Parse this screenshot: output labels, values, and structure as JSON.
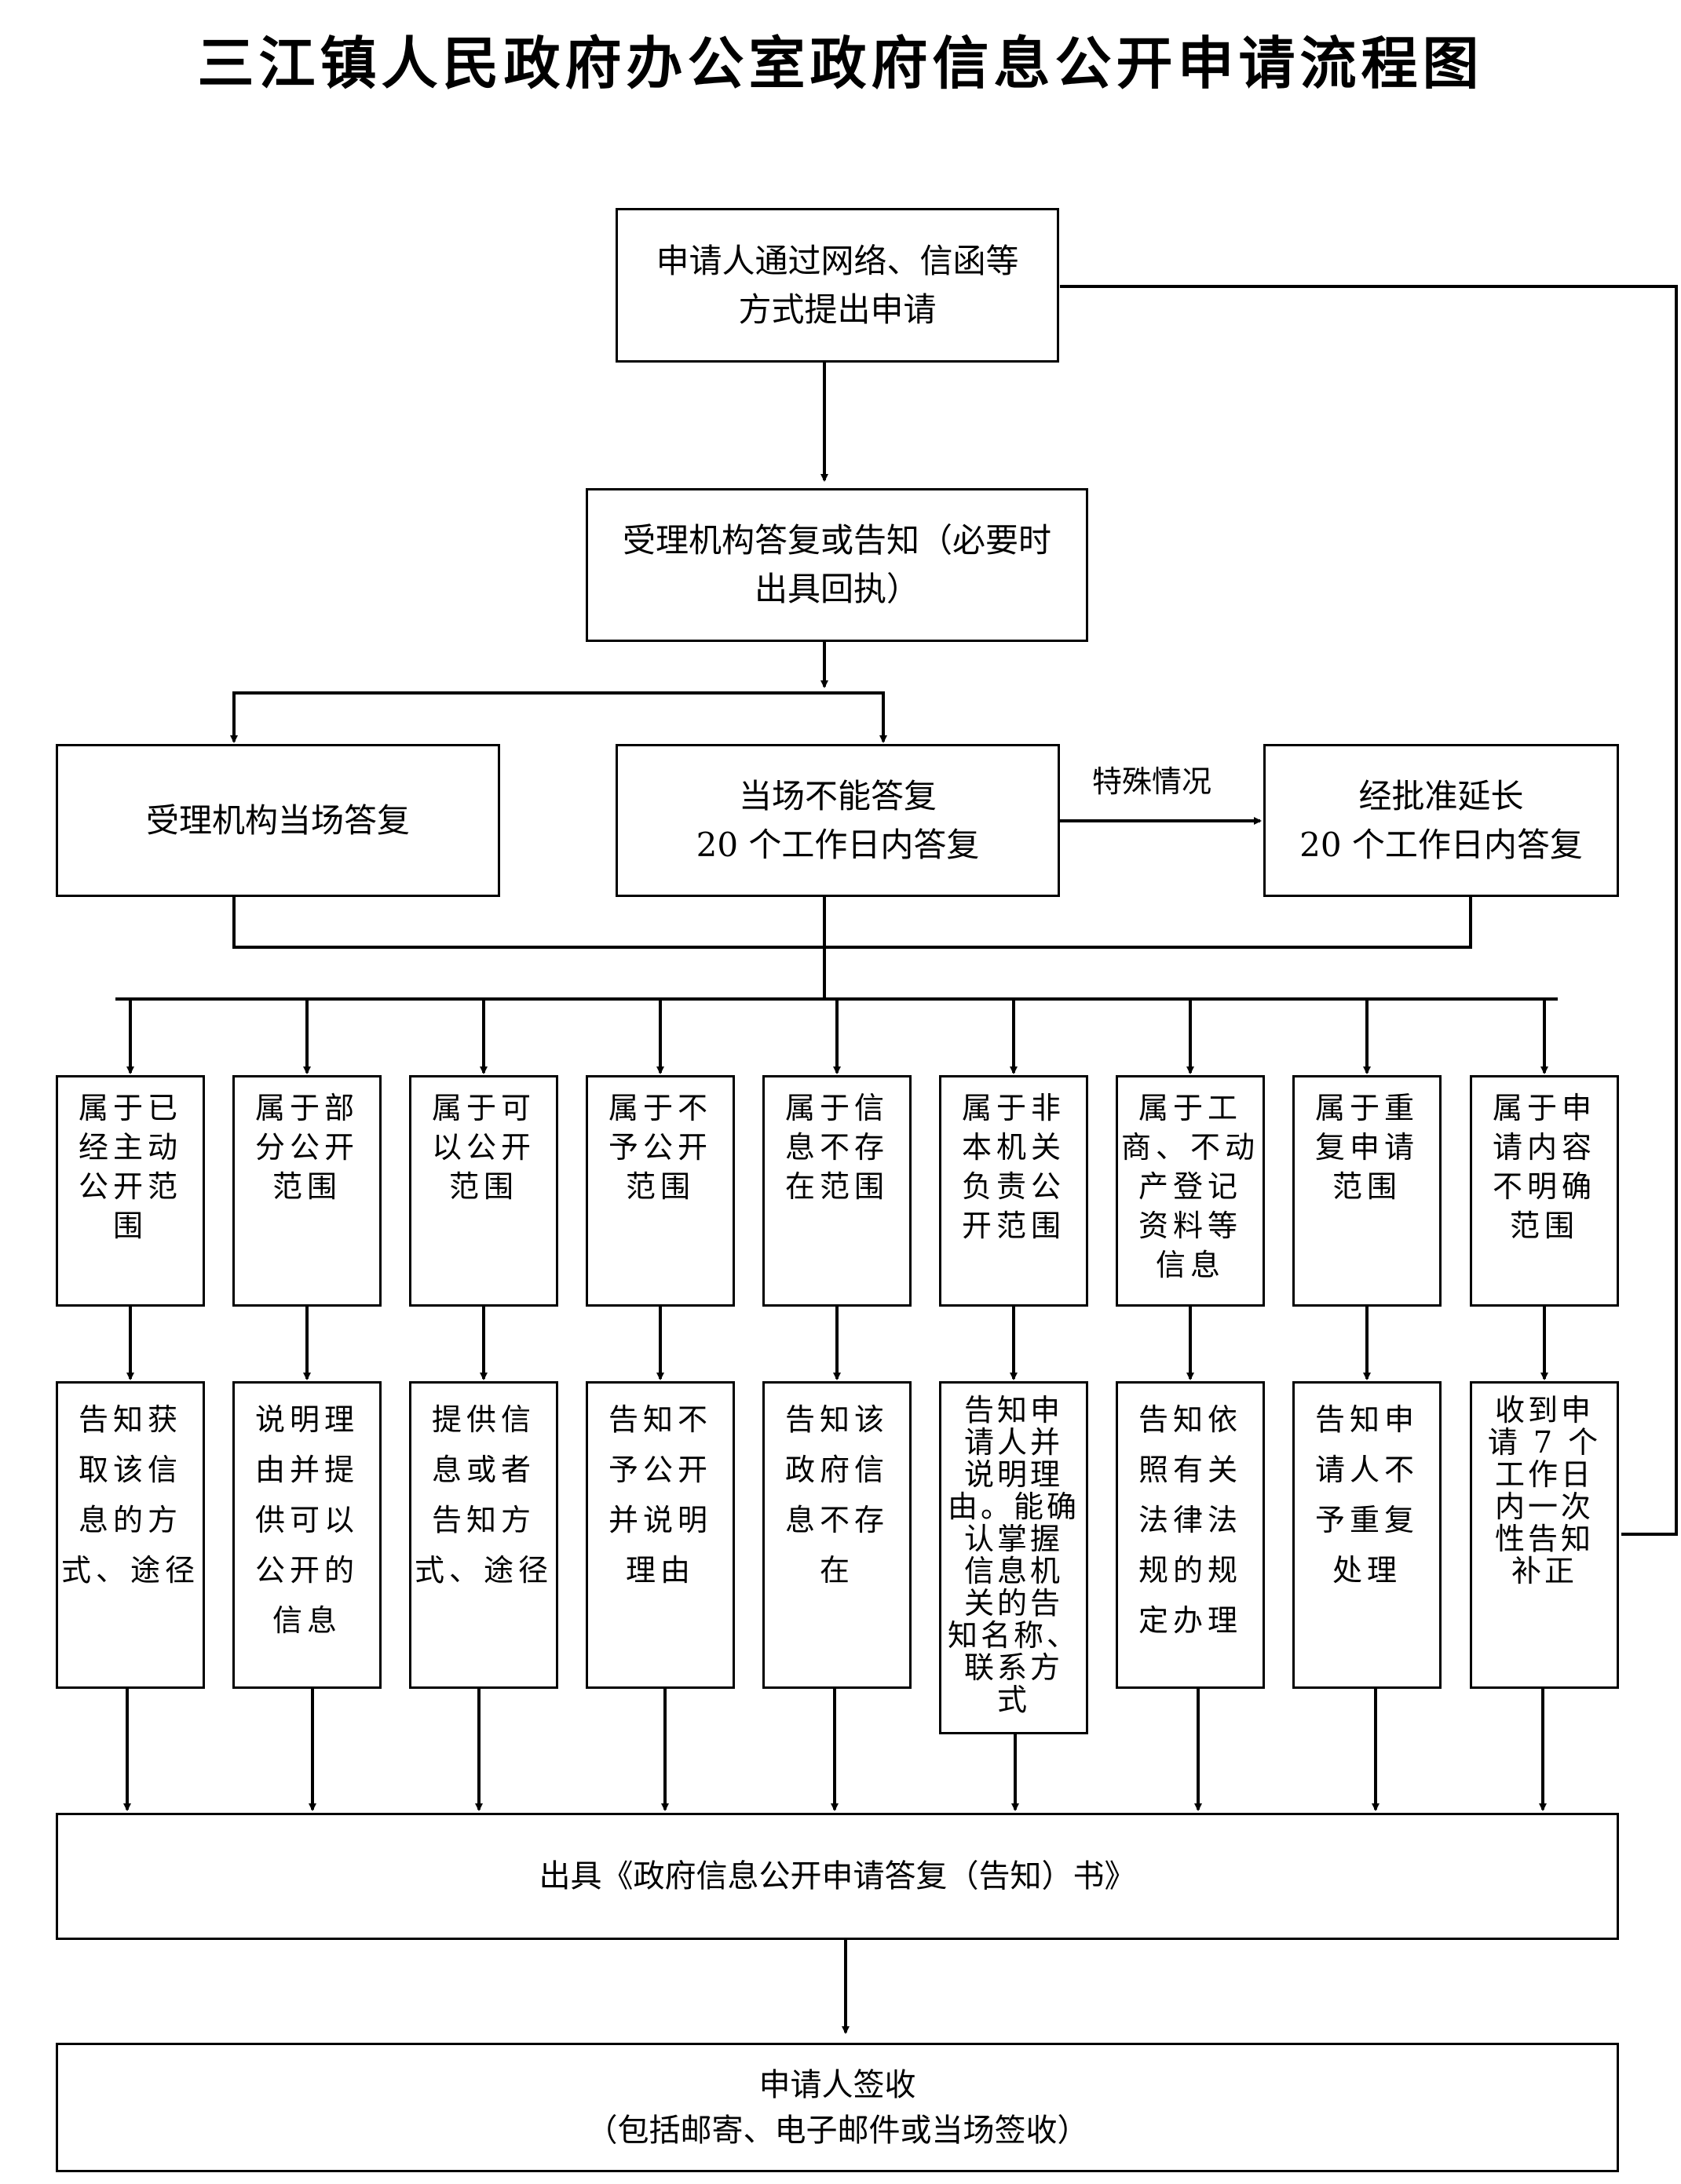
{
  "title": "三江镇人民政府办公室政府信息公开申请流程图",
  "apply": "申请人通过网络、信函等\n方式提出申请",
  "accept": "受理机构答复或告知（必要时\n出具回执）",
  "on_site": "受理机构当场答复",
  "not_on_site": "当场不能答复\n20 个工作日内答复",
  "special_label": "特殊情况",
  "extend": "经批准延长\n20 个工作日内答复",
  "categories": [
    "属于已\n经主动\n公开范\n围",
    "属于部\n分公开\n范围",
    "属于可\n以公开\n范围",
    "属于不\n予公开\n范围",
    "属于信\n息不存\n在范围",
    "属于非\n本机关\n负责公\n开范围",
    "属于工\n商、不动\n产登记\n资料等\n信息",
    "属于重\n复申请\n范围",
    "属于申\n请内容\n不明确\n范围"
  ],
  "results": [
    "告知获\n取该信\n息的方\n式、途径",
    "说明理\n由并提\n供可以\n公开的\n信息",
    "提供信\n息或者\n告知方\n式、途径",
    "告知不\n予公开\n并说明\n理由",
    "告知该\n政府信\n息不存\n在",
    "告知申\n请人并\n说明理\n由。能确\n认掌握\n信息机\n关的告\n知名称、\n联系方\n式",
    "告知依\n照有关\n法律法\n规的规\n定办理",
    "告知申\n请人不\n予重复\n处理",
    "收到申\n请 7 个\n工作日\n内一次\n性告知\n补正"
  ],
  "issue": "出具《政府信息公开申请答复（告知）书》",
  "sign": "申请人签收\n（包括邮寄、电子邮件或当场签收）"
}
